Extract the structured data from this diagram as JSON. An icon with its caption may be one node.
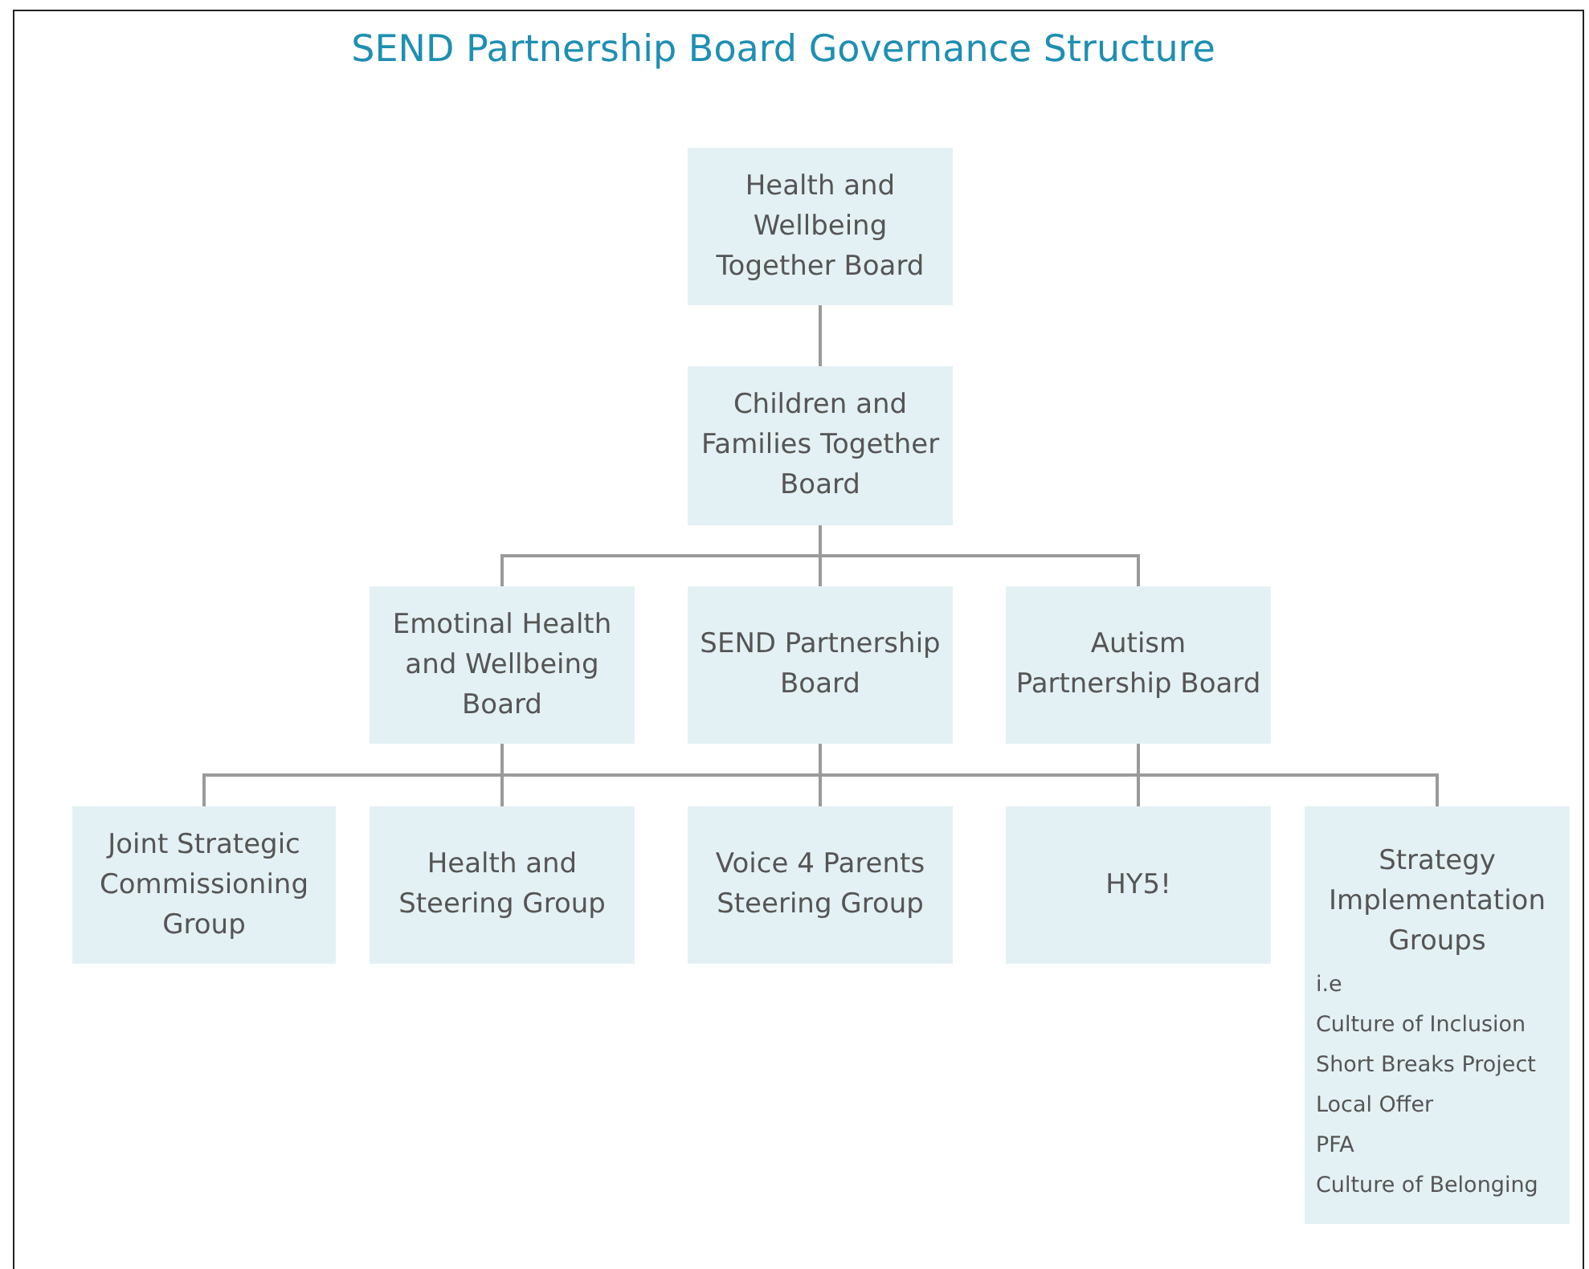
{
  "diagram": {
    "title": "SEND Partnership Board Governance Structure",
    "nodes": [
      {
        "text": [
          "Health and Wellbeing Together Board"
        ]
      },
      {
        "text": [
          "Children and Families Together Board"
        ]
      },
      {
        "text": [
          "Emotinal Health and Wellbeing Board"
        ]
      },
      {
        "text": [
          "SEND Partnership Board"
        ]
      },
      {
        "text": [
          "Autism Partnership Board"
        ]
      },
      {
        "text": [
          "Joint Strategic Commissioning Group"
        ]
      },
      {
        "text": [
          "Health and Steering Group"
        ]
      },
      {
        "text": [
          "Voice 4 Parents Steering Group"
        ]
      },
      {
        "text": [
          "HY5!"
        ]
      },
      {
        "text": [
          "Strategy Implementation Groups",
          "i.e",
          "Culture of Inclusion",
          "Short Breaks Project",
          "Local Offer",
          "PFA",
          "Culture of Belonging"
        ]
      }
    ],
    "edges": [
      {
        "from": 0,
        "to": 1,
        "arrow": "none"
      },
      {
        "from": 1,
        "to": 2,
        "arrow": "none"
      },
      {
        "from": 1,
        "to": 3,
        "arrow": "none"
      },
      {
        "from": 1,
        "to": 4,
        "arrow": "none"
      },
      {
        "from": 2,
        "to": 5,
        "arrow": "none"
      },
      {
        "from": 2,
        "to": 6,
        "arrow": "none"
      },
      {
        "from": 2,
        "to": 7,
        "arrow": "none"
      },
      {
        "from": 2,
        "to": 8,
        "arrow": "none"
      },
      {
        "from": 2,
        "to": 9,
        "arrow": "none"
      },
      {
        "from": 3,
        "to": 5,
        "arrow": "none"
      },
      {
        "from": 3,
        "to": 6,
        "arrow": "none"
      },
      {
        "from": 3,
        "to": 7,
        "arrow": "none"
      },
      {
        "from": 3,
        "to": 8,
        "arrow": "none"
      },
      {
        "from": 3,
        "to": 9,
        "arrow": "none"
      },
      {
        "from": 4,
        "to": 5,
        "arrow": "none"
      },
      {
        "from": 4,
        "to": 6,
        "arrow": "none"
      },
      {
        "from": 4,
        "to": 7,
        "arrow": "none"
      },
      {
        "from": 4,
        "to": 8,
        "arrow": "none"
      },
      {
        "from": 4,
        "to": 9,
        "arrow": "none"
      }
    ]
  }
}
